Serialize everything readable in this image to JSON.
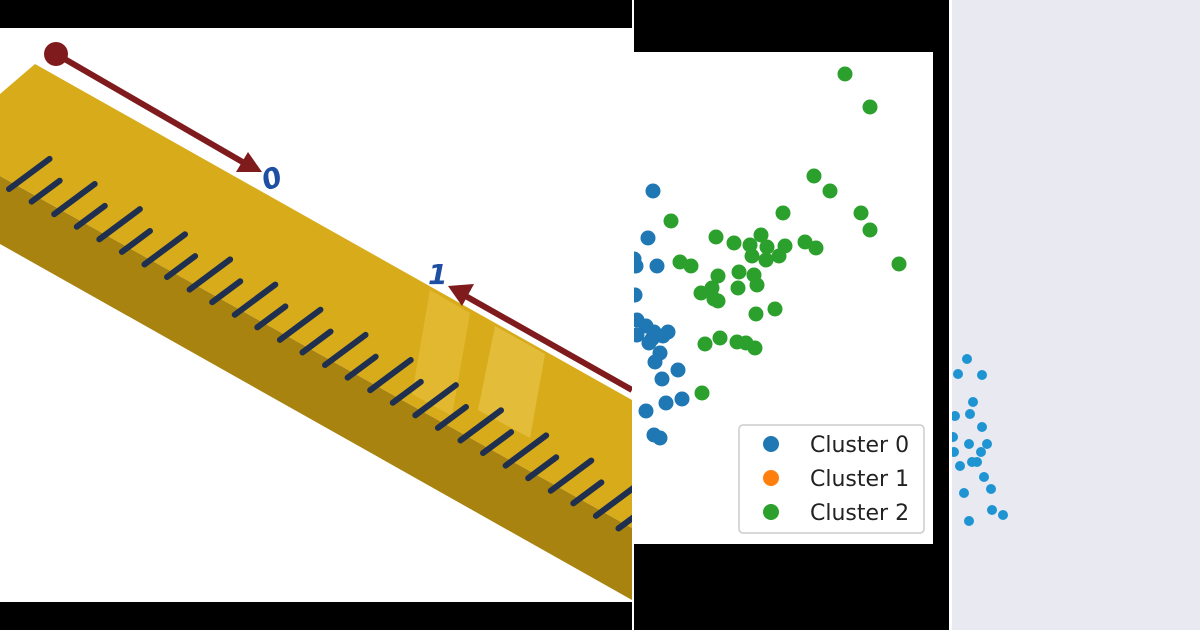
{
  "ruler": {
    "label_0": "0",
    "label_1": "1",
    "colors": {
      "ruler_top": "#d6a919",
      "ruler_side": "#a8830f",
      "ticks": "#1e2f4f",
      "arrow": "#7f1b1d",
      "digit": "#1e4fa3"
    }
  },
  "chart_data": {
    "type": "scatter",
    "title": "",
    "xlabel": "",
    "ylabel": "",
    "grid": false,
    "legend_position": "bottom-right",
    "legend": [
      "Cluster 0",
      "Cluster 1",
      "Cluster 2"
    ],
    "series": [
      {
        "name": "Cluster 0",
        "color": "#1f77b4",
        "points": [
          [
            19,
            139
          ],
          [
            14,
            186
          ],
          [
            23,
            214
          ],
          [
            0,
            207
          ],
          [
            2,
            214
          ],
          [
            1,
            243
          ],
          [
            3,
            268
          ],
          [
            12,
            274
          ],
          [
            20,
            280
          ],
          [
            34,
            280
          ],
          [
            18,
            287
          ],
          [
            29,
            284
          ],
          [
            15,
            291
          ],
          [
            3,
            283
          ],
          [
            26,
            301
          ],
          [
            21,
            310
          ],
          [
            44,
            318
          ],
          [
            28,
            327
          ],
          [
            32,
            351
          ],
          [
            48,
            347
          ],
          [
            12,
            359
          ],
          [
            20,
            383
          ],
          [
            26,
            386
          ]
        ]
      },
      {
        "name": "Cluster 1",
        "color": "#ff7f0e",
        "points": []
      },
      {
        "name": "Cluster 2",
        "color": "#2ca02c",
        "points": [
          [
            211,
            22
          ],
          [
            236,
            55
          ],
          [
            37,
            169
          ],
          [
            82,
            185
          ],
          [
            100,
            191
          ],
          [
            127,
            183
          ],
          [
            149,
            161
          ],
          [
            180,
            124
          ],
          [
            196,
            139
          ],
          [
            227,
            161
          ],
          [
            236,
            178
          ],
          [
            265,
            212
          ],
          [
            46,
            210
          ],
          [
            57,
            214
          ],
          [
            84,
            224
          ],
          [
            105,
            220
          ],
          [
            116,
            193
          ],
          [
            118,
            204
          ],
          [
            133,
            195
          ],
          [
            132,
            208
          ],
          [
            145,
            204
          ],
          [
            151,
            194
          ],
          [
            171,
            190
          ],
          [
            182,
            196
          ],
          [
            67,
            241
          ],
          [
            78,
            236
          ],
          [
            80,
            247
          ],
          [
            84,
            249
          ],
          [
            104,
            236
          ],
          [
            120,
            223
          ],
          [
            123,
            233
          ],
          [
            122,
            262
          ],
          [
            141,
            257
          ],
          [
            71,
            292
          ],
          [
            86,
            286
          ],
          [
            103,
            290
          ],
          [
            112,
            291
          ],
          [
            121,
            296
          ],
          [
            68,
            341
          ]
        ]
      }
    ]
  },
  "right_plot": {
    "color": "#1f94d2",
    "points": [
      [
        15,
        359
      ],
      [
        6,
        374
      ],
      [
        30,
        375
      ],
      [
        21,
        402
      ],
      [
        18,
        414
      ],
      [
        3,
        416
      ],
      [
        30,
        427
      ],
      [
        1,
        437
      ],
      [
        17,
        444
      ],
      [
        35,
        444
      ],
      [
        29,
        452
      ],
      [
        2,
        452
      ],
      [
        20,
        462
      ],
      [
        8,
        466
      ],
      [
        25,
        462
      ],
      [
        32,
        477
      ],
      [
        39,
        489
      ],
      [
        12,
        493
      ],
      [
        40,
        510
      ],
      [
        51,
        515
      ],
      [
        17,
        521
      ]
    ]
  }
}
